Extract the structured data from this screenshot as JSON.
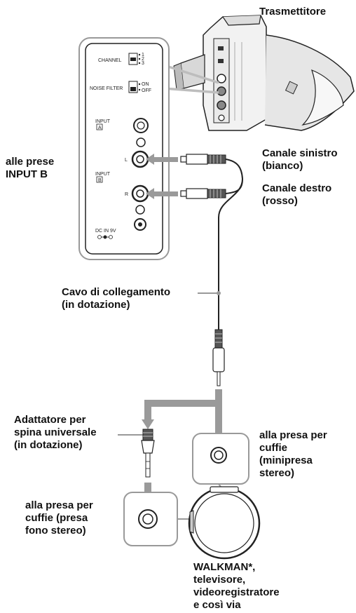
{
  "labels": {
    "transmitter": "Trasmettitore",
    "input_b": "alle prese\nINPUT B",
    "left_channel": "Canale sinistro\n(bianco)",
    "right_channel": "Canale destro\n(rosso)",
    "cable": "Cavo di collegamento\n(in dotazione)",
    "adapter": "Adattatore per\nspina universale\n(in dotazione)",
    "mini_jack": "alla presa per\ncuffie\n(minipresa\nstereo)",
    "phono_jack": "alla presa per\ncuffie (presa\nfono stereo)",
    "device": "WALKMAN*,\ntelevisore,\nvideoregistratore\ne così via"
  },
  "panel": {
    "channel": "CHANNEL",
    "channel_options": [
      "1",
      "2",
      "3"
    ],
    "noise_filter": "NOISE FILTER",
    "noise_options": [
      "ON",
      "OFF"
    ],
    "input": "INPUT",
    "input_a": "A",
    "input_b": "B",
    "jack_l": "L",
    "jack_r": "R",
    "dc_in": "DC IN 9V"
  }
}
